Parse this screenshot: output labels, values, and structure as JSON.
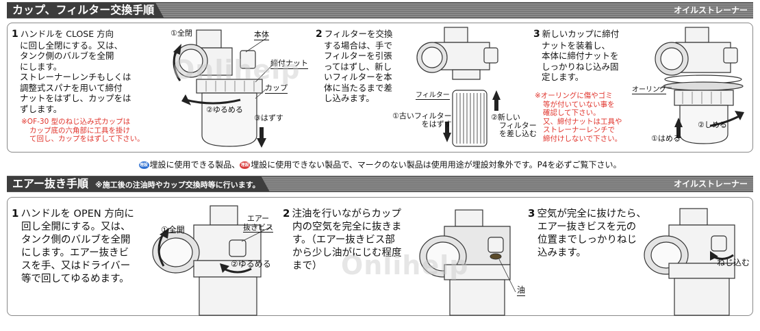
{
  "section1": {
    "title": "カップ、フィルター交換手順",
    "brand": "オイルストレーナー",
    "step1": {
      "num": "1",
      "lines": [
        "ハンドルを CLOSE 方向",
        "に回し全閉にする。又は、",
        "タンク側のバルブを全開",
        "にします。",
        "ストレーナーレンチもしくは",
        "調整式スパナを用いて締付",
        "ナットをはずし、カップをは",
        "ずします。"
      ],
      "note": [
        "※OF-30 型のねじ込み式カップは",
        "カップ底の六角部に工具を掛け",
        "て回し、カップをはずして下さい。"
      ]
    },
    "illus1": {
      "label_close": "①全閉",
      "label_body": "本体",
      "label_nut": "締付ナット",
      "label_cup": "カップ",
      "label_loosen": "②ゆるめる",
      "label_remove": "③はずす"
    },
    "step2": {
      "num": "2",
      "lines": [
        "フィルターを交換",
        "する場合は、手で",
        "フィルターを引張",
        "ってはずし、新し",
        "いフィルターを本",
        "体に当たるまで差",
        "し込みます。"
      ]
    },
    "illus2": {
      "label_filter": "フィルター",
      "label_old": [
        "①古いフィルター",
        "をはずす"
      ],
      "label_new": [
        "②新しい",
        "フィルター",
        "を差し込む"
      ]
    },
    "step3": {
      "num": "3",
      "lines": [
        "新しいカップに締付",
        "ナットを装着し、",
        "本体に締付ナットを",
        "しっかりねじ込み固",
        "定します。"
      ],
      "note": [
        "※オーリングに傷やゴミ",
        "等が付いていない事を",
        "確認して下さい。",
        "又、締付ナットは工具や",
        "ストレーナーレンチで",
        "締付けしないで下さい。"
      ]
    },
    "illus3": {
      "label_oring": "オーリング",
      "label_attach": "①はめる",
      "label_tighten": "②しめる"
    }
  },
  "notice": {
    "mark1": "埋設",
    "text1": "埋設に使用できる製品、",
    "mark2": "埋設",
    "text2": "埋設に使用できない製品で、マークのない製品は使用用途が埋設対象外です。P4を必ずご覧下さい。"
  },
  "section2": {
    "title": "エアー抜き手順",
    "note": "※施工後の注油時やカップ交換時等に行います。",
    "brand": "オイルストレーナー",
    "step1": {
      "num": "1",
      "lines": [
        "ハンドルを OPEN 方向に",
        "回し全開にする。又は、",
        "タンク側のバルブを全開",
        "にします。エアー抜きビ",
        "スを手、又はドライバー",
        "等で回してゆるめます。"
      ]
    },
    "illus1": {
      "label_open": "①全開",
      "label_screw": [
        "エアー",
        "抜きビス"
      ],
      "label_loosen": "②ゆるめる"
    },
    "step2": {
      "num": "2",
      "lines": [
        "注油を行いながらカップ",
        "内の空気を完全に抜きま",
        "す。（エアー抜きビス部",
        "から少し油がにじむ程度",
        "まで）"
      ]
    },
    "illus2": {
      "label_oil": "油"
    },
    "step3": {
      "num": "3",
      "lines": [
        "空気が完全に抜けたら、",
        "エアー抜きビスを元の",
        "位置までしっかりねじ",
        "込みます。"
      ]
    },
    "illus3": {
      "label_screw_in": "ねじ込む"
    }
  },
  "watermark": "Onlihelp",
  "colors": {
    "header_dark": "#3d3d3d",
    "note_red": "#e0322a",
    "panel_border": "#888888"
  }
}
